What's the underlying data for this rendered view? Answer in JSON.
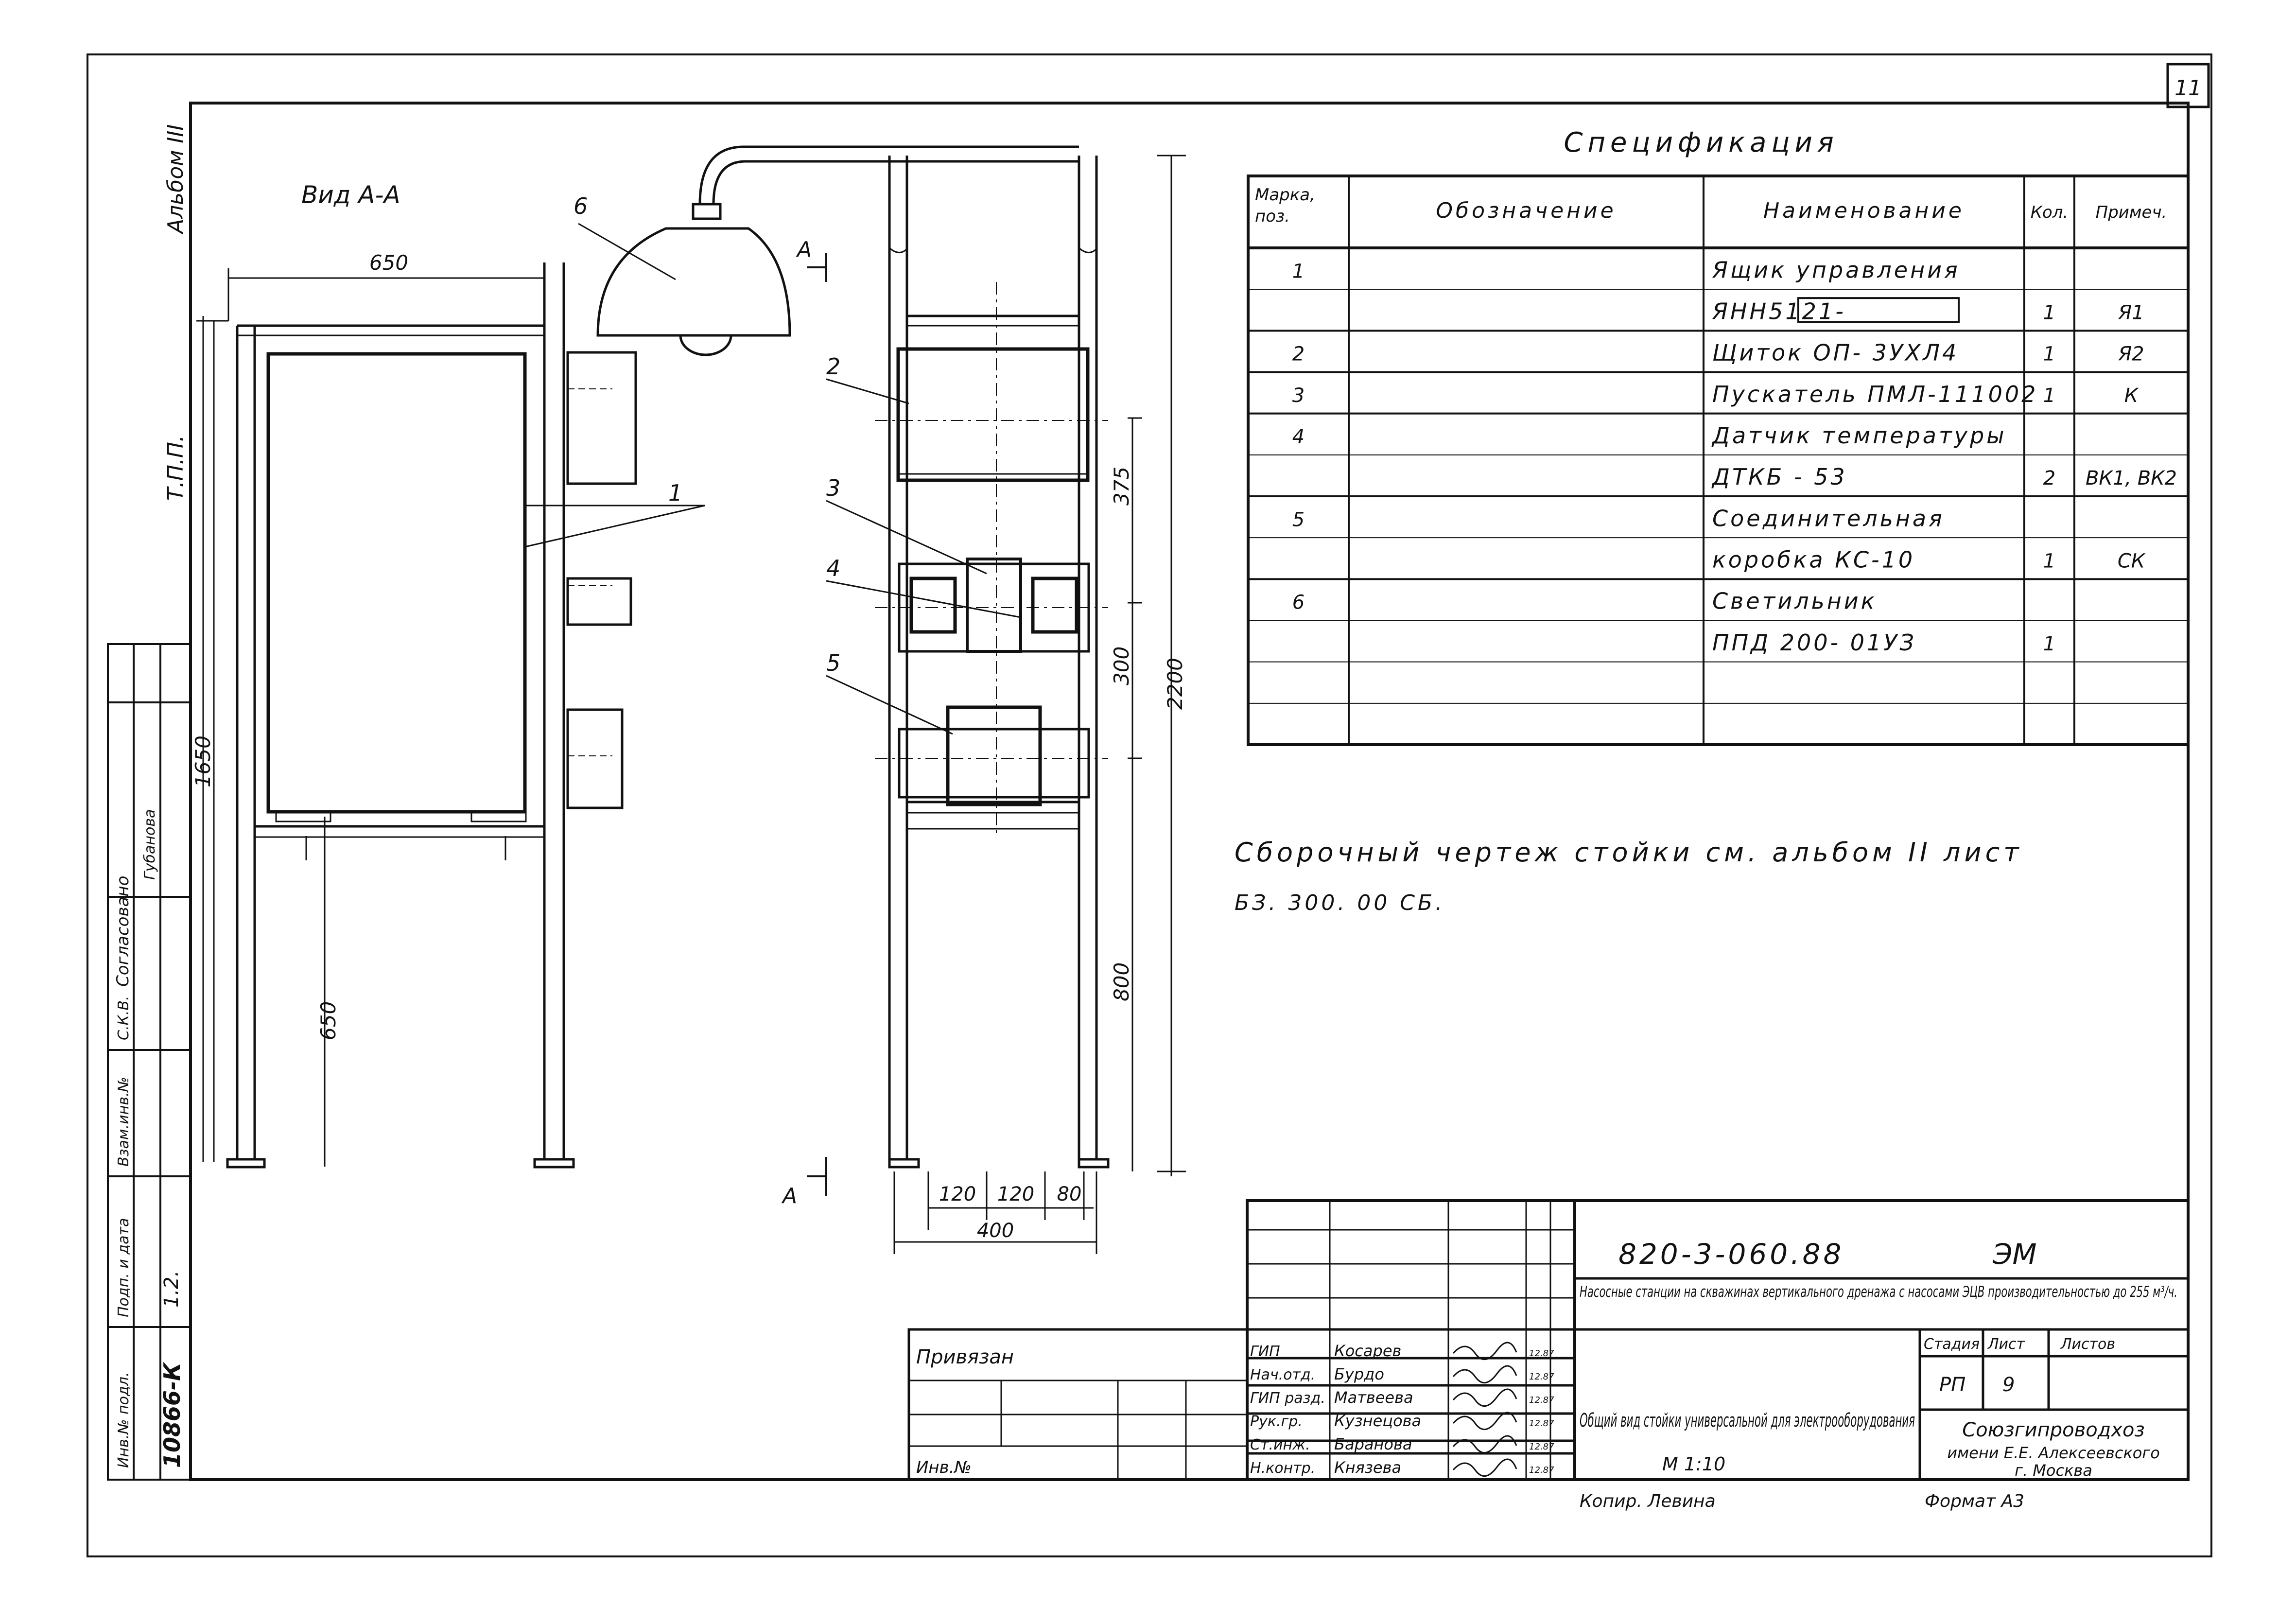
{
  "sheet_number": "11",
  "album_label": "Альбом III",
  "tpp_label": "Т.П.П.",
  "view_title": "Вид А-А",
  "section_marks": {
    "top": "А",
    "bottom": "А"
  },
  "position_labels": [
    "1",
    "2",
    "3",
    "4",
    "5",
    "6"
  ],
  "dimensions": {
    "width_left": "650",
    "height_left": "1650",
    "height_lower_left": "650",
    "right_375": "375",
    "right_300": "300",
    "right_800": "800",
    "total_height": "2200",
    "bottom_120a": "120",
    "bottom_120b": "120",
    "bottom_80": "80",
    "bottom_400": "400"
  },
  "specification": {
    "title": "Спецификация",
    "headers": [
      "Марка, поз.",
      "Обозначение",
      "Наименование",
      "Кол.",
      "Примеч."
    ],
    "rows": [
      [
        "1",
        "",
        "Ящик управления",
        "",
        ""
      ],
      [
        "",
        "",
        "ЯНН5121-",
        "1",
        "Я1"
      ],
      [
        "2",
        "",
        "Щиток ОП- 3УХЛ4",
        "1",
        "Я2"
      ],
      [
        "3",
        "",
        "Пускатель ПМЛ-111002",
        "1",
        "К"
      ],
      [
        "4",
        "",
        "Датчик температуры",
        "",
        ""
      ],
      [
        "",
        "",
        "ДТКБ - 53",
        "2",
        "ВК1, ВК2"
      ],
      [
        "5",
        "",
        "Соединительная",
        "",
        ""
      ],
      [
        "",
        "",
        "коробка КС-10",
        "1",
        "СК"
      ],
      [
        "6",
        "",
        "Светильник",
        "",
        ""
      ],
      [
        "",
        "",
        "ППД 200- 01УЗ",
        "1",
        ""
      ],
      [
        "",
        "",
        "",
        "",
        ""
      ],
      [
        "",
        "",
        "",
        "",
        ""
      ]
    ]
  },
  "note_line1": "Сборочный чертеж стойки см. альбом II лист",
  "note_line2": "БЗ. 300. 00 СБ.",
  "left_strip": {
    "agreed": "Согласовано",
    "name": "Губанова",
    "skv": "С.К.В.",
    "inv_subst": "Взам.инв.№",
    "sign_date": "Подп. и дата",
    "sign_date_value": "1.2.",
    "inv_orig": "Инв.№ подл.",
    "inv_orig_value": "10866-К"
  },
  "title_block": {
    "doc_code": "820-3-060.88",
    "section": "ЭМ",
    "project_title": "Насосные станции на скважинах вертикального дренажа с насосами ЭЦВ производительностью до 255 м³/ч.",
    "sheet_title": "Общий вид стойки универсальной для электрооборудования",
    "scale": "М 1:10",
    "stage_label": "Стадия",
    "sheet_label": "Лист",
    "sheets_label": "Листов",
    "stage_value": "РП",
    "sheet_value": "9",
    "org_line1": "Союзгипроводхоз",
    "org_line2": "имени Е.Е. Алексеевского",
    "org_line3": "г. Москва",
    "bound_label": "Привязан",
    "inv_label": "Инв.№",
    "copied": "Копир. Левина",
    "format": "Формат А3",
    "staff": [
      {
        "role": "ГИП",
        "name": "Косарев",
        "date": "12.87"
      },
      {
        "role": "Нач.отд.",
        "name": "Бурдо",
        "date": "12.87"
      },
      {
        "role": "ГИП разд.",
        "name": "Матвеева",
        "date": "12.87"
      },
      {
        "role": "Рук.гр.",
        "name": "Кузнецова",
        "date": "12.87"
      },
      {
        "role": "Ст.инж.",
        "name": "Баранова",
        "date": "12.87"
      },
      {
        "role": "Н.контр.",
        "name": "Князева",
        "date": "12.87"
      }
    ]
  }
}
